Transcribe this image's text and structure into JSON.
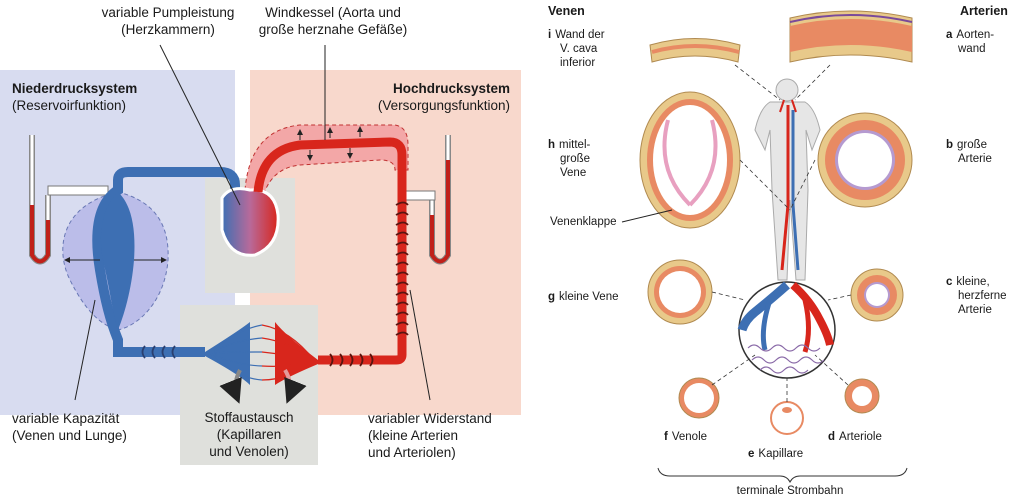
{
  "left": {
    "top_pump": [
      "variable Pumpleistung",
      "(Herzkammern)"
    ],
    "top_windkessel": [
      "Windkessel (Aorta und",
      "große herznahe Gefäße)"
    ],
    "low_pressure": {
      "title": "Niederdrucksystem",
      "subtitle": "(Reservoirfunktion)"
    },
    "high_pressure": {
      "title": "Hochdrucksystem",
      "subtitle": "(Versorgungsfunktion)"
    },
    "capacity": [
      "variable Kapazität",
      "(Venen und Lunge)"
    ],
    "exchange": [
      "Stoffaustausch",
      "(Kapillaren",
      "und Venolen)"
    ],
    "resistance": [
      "variabler Widerstand",
      "(kleine Arterien",
      "und Arteriolen)"
    ]
  },
  "right": {
    "veins_header": "Venen",
    "arteries_header": "Arterien",
    "i": {
      "letter": "i",
      "lines": [
        "Wand der",
        "V. cava",
        "inferior"
      ]
    },
    "a": {
      "letter": "a",
      "lines": [
        "Aorten-",
        "wand"
      ]
    },
    "h": {
      "letter": "h",
      "lines": [
        "mittel-",
        "große",
        "Vene"
      ]
    },
    "b": {
      "letter": "b",
      "lines": [
        "große",
        "Arterie"
      ]
    },
    "valve": "Venenklappe",
    "g": {
      "letter": "g",
      "lines": [
        "kleine Vene"
      ]
    },
    "c": {
      "letter": "c",
      "lines": [
        "kleine,",
        "herzferne",
        "Arterie"
      ]
    },
    "f": {
      "letter": "f",
      "lines": [
        "Venole"
      ]
    },
    "d": {
      "letter": "d",
      "lines": [
        "Arteriole"
      ]
    },
    "e": {
      "letter": "e",
      "lines": [
        "Kapillare"
      ]
    },
    "terminal": "terminale Strombahn"
  },
  "colors": {
    "low_bg": "#d8dcf0",
    "high_bg": "#f8d8cc",
    "venous": "#3d6fb3",
    "arterial": "#d8261c",
    "wall_outer": "#e8c98a",
    "wall_muscle": "#e88a63"
  }
}
